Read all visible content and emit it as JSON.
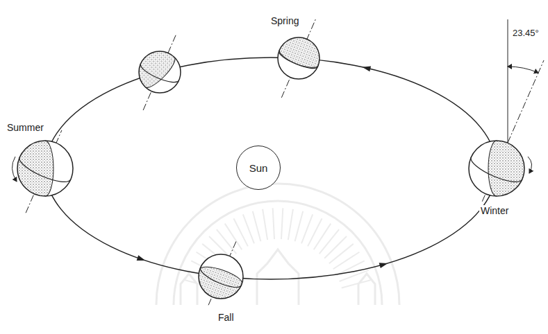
{
  "diagram": {
    "nodes": [
      {
        "text": [
          "Spring"
        ]
      },
      {
        "text": [
          "Summer"
        ]
      },
      {
        "text": [
          "Sun"
        ]
      },
      {
        "text": [
          "Winter"
        ]
      },
      {
        "text": [
          "Fall"
        ]
      }
    ],
    "labels": [
      "23.45°"
    ]
  }
}
